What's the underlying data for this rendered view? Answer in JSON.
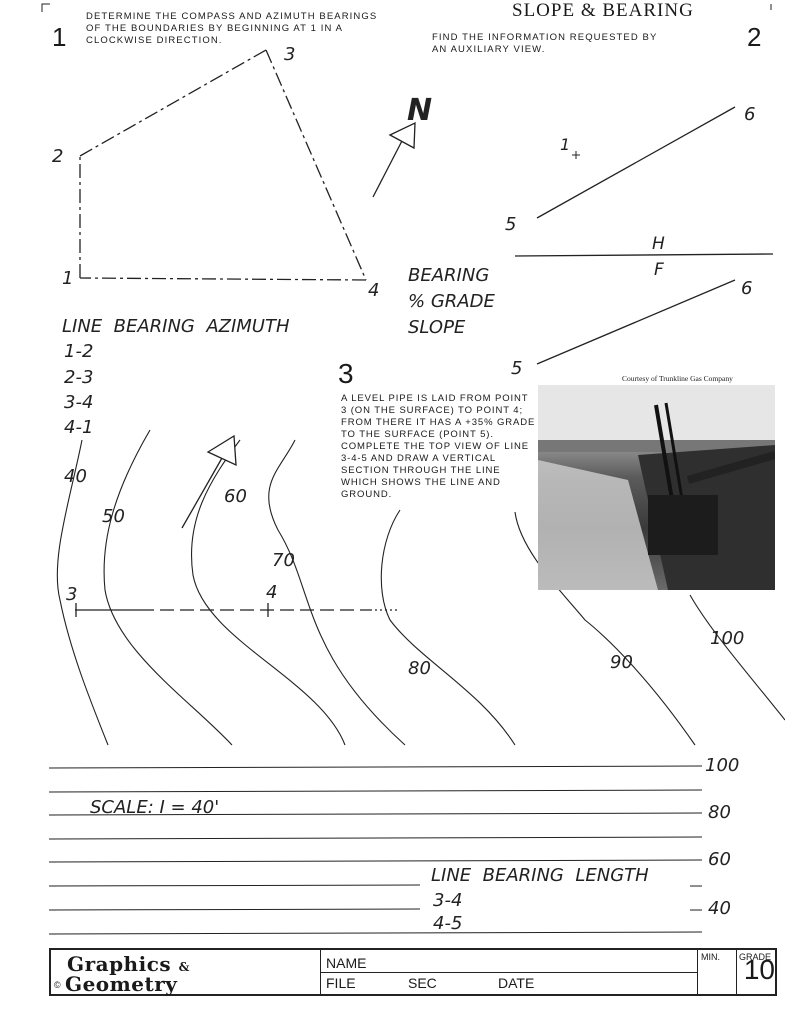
{
  "header": {
    "title": "SLOPE & BEARING",
    "problem1_number": "1",
    "problem1_text": "DETERMINE THE COMPASS AND AZIMUTH BEARINGS OF THE BOUNDARIES BY BEGINNING AT 1 IN A CLOCKWISE DIRECTION.",
    "problem2_number": "2",
    "problem2_text": "FIND THE INFORMATION REQUESTED BY AN AUXILIARY VIEW."
  },
  "problem1": {
    "north_label": "N",
    "points": [
      "1",
      "2",
      "3",
      "4"
    ],
    "table_heading": "LINE  BEARING  AZIMUTH",
    "rows": [
      "1-2",
      "2-3",
      "3-4",
      "4-1"
    ]
  },
  "problem2": {
    "labels": [
      "BEARING",
      "% GRADE",
      "SLOPE"
    ],
    "point_labels": [
      "1",
      "5",
      "6",
      "5",
      "6"
    ],
    "fold_top": "H",
    "fold_bottom": "F"
  },
  "problem3": {
    "number": "3",
    "text": "A LEVEL PIPE IS LAID FROM POINT 3 (ON THE SURFACE) TO POINT 4; FROM THERE IT HAS A +35% GRADE TO THE SURFACE (POINT 5). COMPLETE THE TOP VIEW OF LINE 3-4-5 AND DRAW A VERTICAL SECTION THROUGH THE LINE WHICH SHOWS THE LINE AND GROUND.",
    "photo_credit": "Courtesy of Trunkline Gas Company",
    "contours": [
      "40",
      "50",
      "60",
      "70",
      "80",
      "90",
      "100"
    ],
    "pipe_points": [
      "3",
      "4"
    ],
    "scale": "SCALE: I = 40'",
    "section_elevations": [
      "100",
      "80",
      "60",
      "40"
    ],
    "table_heading": "LINE  BEARING  LENGTH",
    "rows": [
      "3-4",
      "4-5"
    ]
  },
  "footer": {
    "logo_line1": "Graphics",
    "logo_amp": "&",
    "logo_line2": "Geometry",
    "copyright": "©",
    "name_label": "NAME",
    "file_label": "FILE",
    "sec_label": "SEC",
    "date_label": "DATE",
    "min_label": "MIN.",
    "grade_label": "GRADE",
    "sheet_number": "10"
  }
}
